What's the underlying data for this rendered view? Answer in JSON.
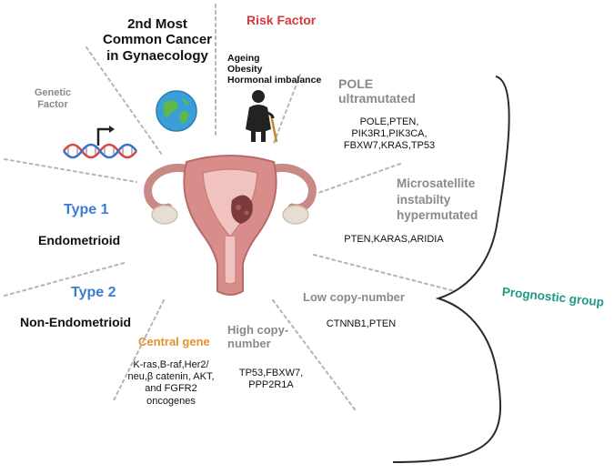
{
  "colors": {
    "risk": "#d33a3a",
    "type": "#3a7bd5",
    "central_gene": "#e8902a",
    "prognostic": "#1f9a86",
    "gray_heading": "#8a8a8a"
  },
  "center": {
    "icon": "uterus-illustration"
  },
  "cancer_rank": {
    "line1": "2nd Most",
    "line2": "Common Cancer",
    "line3": "in Gynaecology",
    "icon": "globe-icon"
  },
  "risk_factor": {
    "title": "Risk Factor",
    "items": [
      "Ageing",
      "Obesity",
      "Hormonal imbalance"
    ],
    "icon": "elderly-person-icon"
  },
  "genetic_factor": {
    "line1": "Genetic",
    "line2": "Factor",
    "icon": "dna-icon"
  },
  "type1": {
    "title": "Type 1",
    "subtitle": "Endometrioid"
  },
  "type2": {
    "title": "Type 2",
    "subtitle": "Non-Endometrioid"
  },
  "central_gene": {
    "title": "Central gene",
    "lines": [
      "K-ras,B-raf,Her2/",
      "neu,β catenin, AKT,",
      "and FGFR2",
      "oncogenes"
    ]
  },
  "prognostic": {
    "label": "Prognostic group",
    "groups": [
      {
        "title_lines": [
          "POLE",
          "ultramutated"
        ],
        "genes": [
          "POLE,PTEN,",
          "PIK3R1,PIK3CA,",
          "FBXW7,KRAS,TP53"
        ]
      },
      {
        "title_lines": [
          "Microsatellite",
          "instabilty",
          "hypermutated"
        ],
        "genes": [
          "PTEN,KARAS,ARIDIA"
        ]
      },
      {
        "title_lines": [
          "Low copy-number"
        ],
        "genes": [
          "CTNNB1,PTEN"
        ]
      },
      {
        "title_lines": [
          "High copy-",
          "number"
        ],
        "genes": [
          "TP53,FBXW7,",
          "PPP2R1A"
        ]
      }
    ]
  }
}
